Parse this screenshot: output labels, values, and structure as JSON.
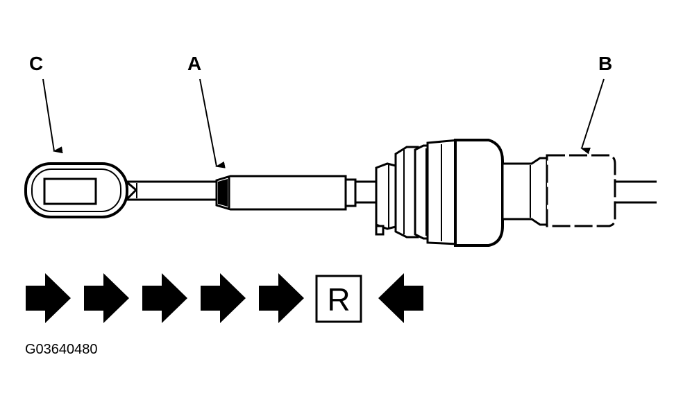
{
  "callouts": {
    "c": "C",
    "a": "A",
    "b": "B"
  },
  "sequence": {
    "mode_letter": "R",
    "right_arrow_count": 5
  },
  "figure_id": "G03640480",
  "colors": {
    "ink": "#000000",
    "paper": "#ffffff"
  },
  "icons": {
    "right_arrow": "arrow-right-icon",
    "left_arrow": "arrow-left-icon"
  }
}
